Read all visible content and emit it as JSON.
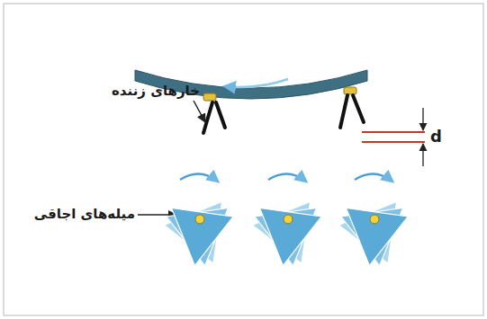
{
  "diagram": {
    "labels": [
      "خارهای زننده",
      "میله‌های اجاقی",
      "d"
    ]
  }
}
